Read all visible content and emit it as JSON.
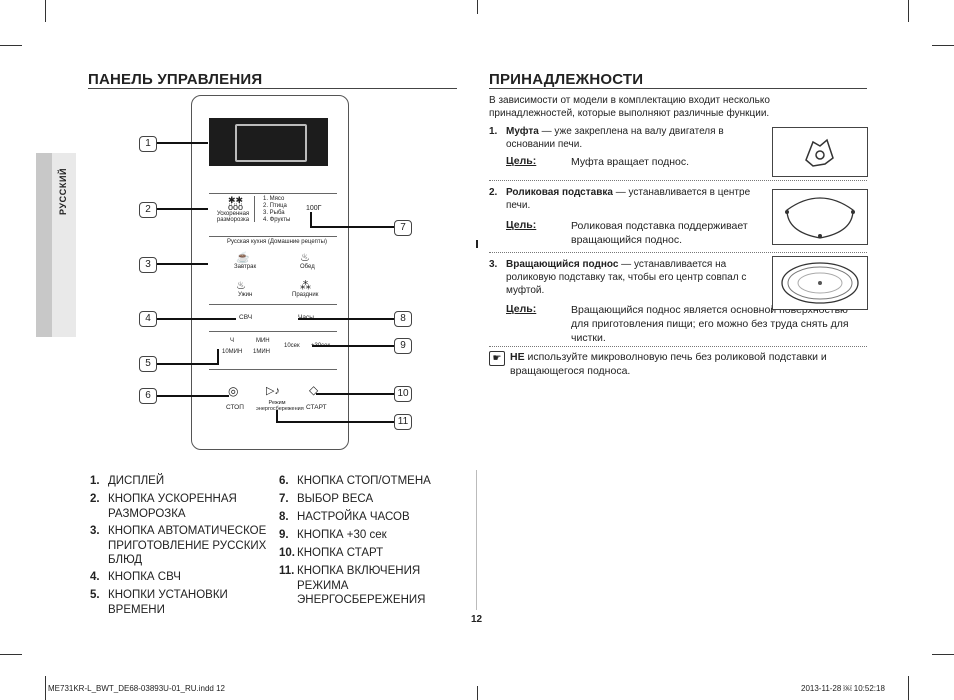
{
  "left": {
    "title": "ПАНЕЛЬ УПРАВЛЕНИЯ",
    "side_tab": "РУССКИЙ",
    "panel": {
      "defrost_label": "Ускоренная разморозка",
      "weight_list": [
        "1. Мясо",
        "2. Птица",
        "3. Рыба",
        "4. Фрукты"
      ],
      "weight_value": "100Г",
      "russian_cuisine": "Русская кухня (Домашние рецепты)",
      "meals": [
        "Завтрак",
        "Обед",
        "Ужин",
        "Праздник"
      ],
      "svch": "СВЧ",
      "clock": "Часы",
      "time_labels": [
        "Ч",
        "10МИН",
        "МИН",
        "1МИН",
        "10сек",
        "+30сек"
      ],
      "stop": "СТОП",
      "eco": "Режим энергосбережения",
      "start": "СТАРТ"
    },
    "callouts": [
      "1",
      "2",
      "3",
      "4",
      "5",
      "6",
      "7",
      "8",
      "9",
      "10",
      "11"
    ],
    "legend_col1": [
      {
        "num": "1.",
        "text": "ДИСПЛЕЙ"
      },
      {
        "num": "2.",
        "text": "КНОПКА УСКОРЕННАЯ РАЗМОРОЗКА"
      },
      {
        "num": "3.",
        "text": "КНОПКА АВТОМАТИЧЕСКОЕ ПРИГОТОВЛЕНИЕ РУССКИХ БЛЮД"
      },
      {
        "num": "4.",
        "text": "КНОПКА СВЧ"
      },
      {
        "num": "5.",
        "text": "КНОПКИ УСТАНОВКИ ВРЕМЕНИ"
      }
    ],
    "legend_col2": [
      {
        "num": "6.",
        "text": "КНОПКА СТОП/ОТМЕНА"
      },
      {
        "num": "7.",
        "text": "ВЫБОР ВЕСА"
      },
      {
        "num": "8.",
        "text": "НАСТРОЙКА ЧАСОВ"
      },
      {
        "num": "9.",
        "text": "КНОПКА +30 сек"
      },
      {
        "num": "10.",
        "text": "КНОПКА СТАРТ"
      },
      {
        "num": "11.",
        "text": "КНОПКА ВКЛЮЧЕНИЯ РЕЖИМА ЭНЕРГОСБЕРЕЖЕНИЯ"
      }
    ]
  },
  "right": {
    "title": "ПРИНАДЛЕЖНОСТИ",
    "intro": "В зависимости от модели в комплектацию входит несколько принадлежностей, которые выполняют различные функции.",
    "items": [
      {
        "num": "1.",
        "name": "Муфта",
        "desc": " — уже закреплена на валу двигателя в основании печи.",
        "goal_label": "Цель:",
        "goal": "Муфта вращает поднос."
      },
      {
        "num": "2.",
        "name": "Роликовая подставка",
        "desc": " — устанавливается в центре печи.",
        "goal_label": "Цель:",
        "goal": "Роликовая подставка поддерживает вращающийся поднос."
      },
      {
        "num": "3.",
        "name": "Вращающийся поднос",
        "desc": " — устанавливается на роликовую подставку так, чтобы его центр совпал с муфтой.",
        "goal_label": "Цель:",
        "goal": "Вращающийся поднос является основной поверхностью для приготовления пищи; его можно без труда снять для чистки."
      }
    ],
    "note_bold": "НЕ",
    "note": " используйте микроволновую печь без роликовой подставки и вращающегося подноса."
  },
  "page_number": "12",
  "footer_left": "ME731KR-L_BWT_DE68-03893U-01_RU.indd   12",
  "footer_right": "2013-11-28   ￼ 10:52:18"
}
